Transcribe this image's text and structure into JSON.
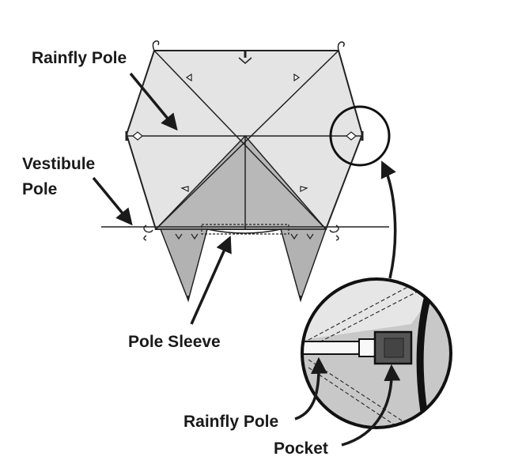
{
  "labels": {
    "rainfly_pole": "Rainfly Pole",
    "vestibule_pole_line1": "Vestibule",
    "vestibule_pole_line2": "Pole",
    "pole_sleeve": "Pole Sleeve",
    "detail_rainfly_pole": "Rainfly Pole",
    "detail_pocket": "Pocket"
  },
  "colors": {
    "fly_light": "#e4e4e4",
    "fly_mid": "#c8c8c8",
    "fly_dark": "#b2b2b2",
    "stroke": "#222222",
    "pole_white": "#f8f8f8",
    "pocket_dark": "#555555"
  }
}
